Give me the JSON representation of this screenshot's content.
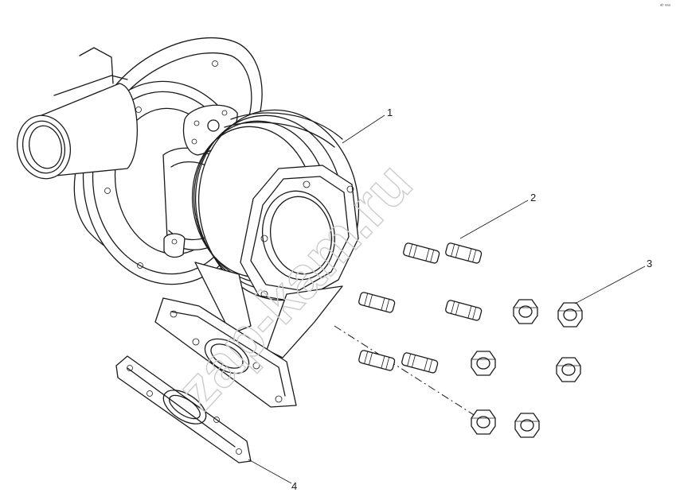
{
  "watermark": "zap-kam.ru",
  "corner_mark": "ᵃᵇ ᵃᵃᵃ",
  "callouts": [
    {
      "number": "1"
    },
    {
      "number": "2"
    },
    {
      "number": "3"
    },
    {
      "number": "4"
    }
  ],
  "colors": {
    "line": "#1a1a1a",
    "watermark": "#cccccc",
    "background": "#ffffff"
  }
}
